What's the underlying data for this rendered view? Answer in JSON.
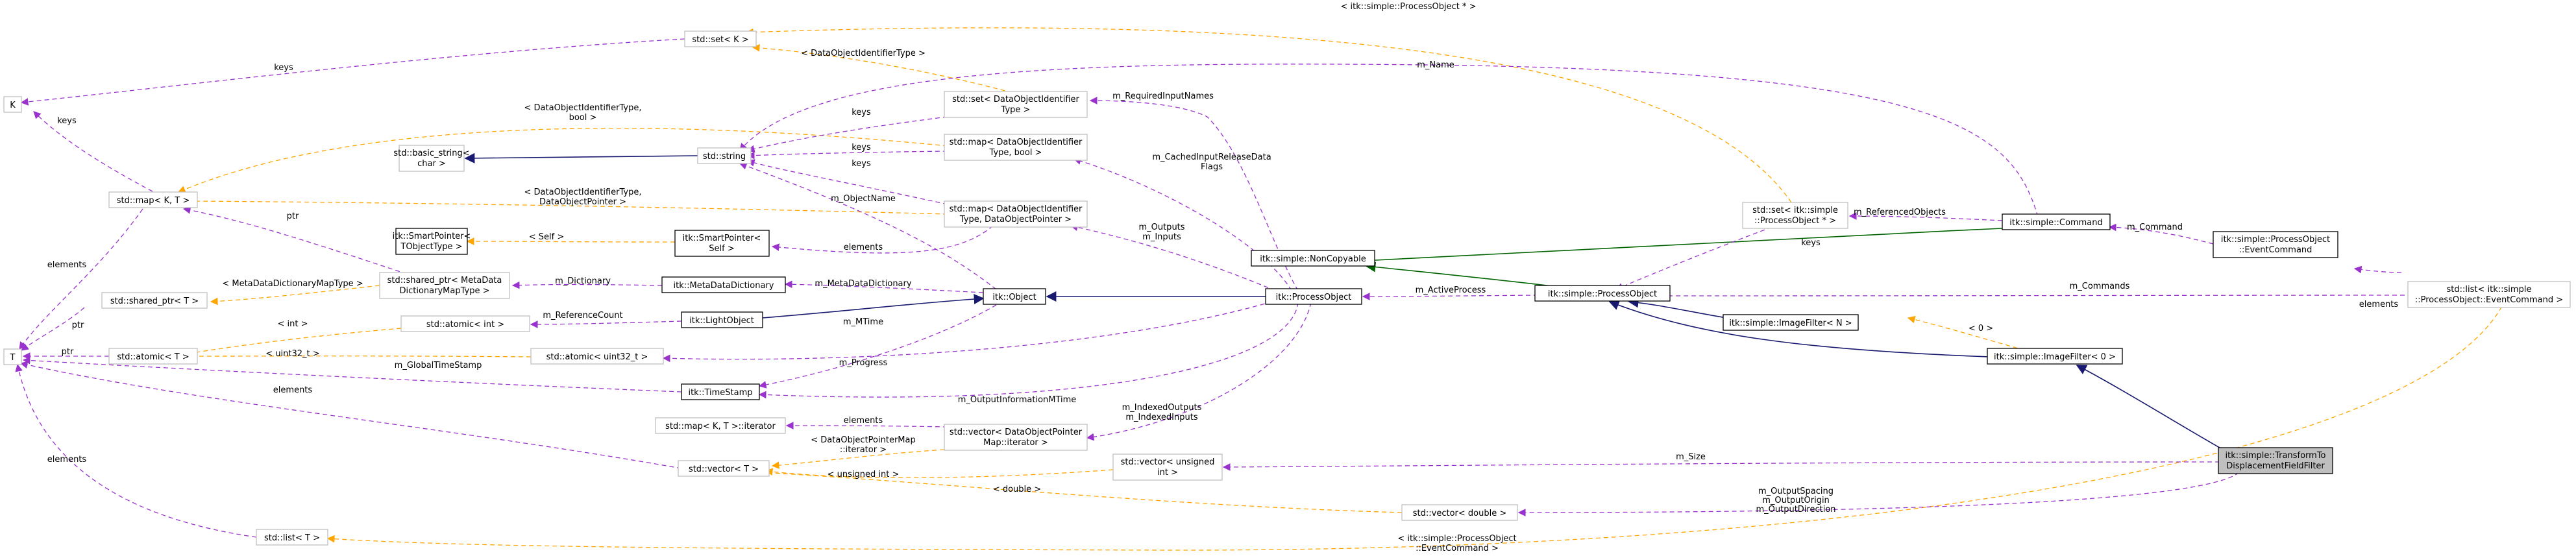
{
  "colors": {
    "composition": "#9a32cd",
    "template": "#ffa500",
    "inheritance": "#191970",
    "public_inheritance": "#006400",
    "focus_fill": "#bfbfbf"
  },
  "nodes": {
    "K": "K",
    "T": "T",
    "set_K": "std::set< K >",
    "map_KT": "std::map< K, T >",
    "shared_ptr_T": "std::shared_ptr< T >",
    "atomic_T": "std::atomic< T >",
    "list_T": "std::list< T >",
    "basic_string": [
      "std::basic_string<",
      "char >"
    ],
    "string": "std::string",
    "smartptr_T": [
      "itk::SmartPointer<",
      "TObjectType >"
    ],
    "shared_ptr_meta": [
      "std::shared_ptr< MetaData",
      "DictionaryMapType >"
    ],
    "atomic_int": "std::atomic< int >",
    "atomic_uint32": "std::atomic< uint32_t >",
    "map_iterator": "std::map< K, T >::iterator",
    "vector_T": "std::vector< T >",
    "smartptr_self": [
      "itk::SmartPointer<",
      "Self >"
    ],
    "meta_dict": "itk::MetaDataDictionary",
    "light_object": "itk::LightObject",
    "timestamp": "itk::TimeStamp",
    "set_doid": [
      "std::set< DataObjectIdentifier",
      "Type >"
    ],
    "map_doid_bool": [
      "std::map< DataObjectIdentifier",
      "Type, bool >"
    ],
    "map_doid_ptr": [
      "std::map< DataObjectIdentifier",
      "Type, DataObjectPointer >"
    ],
    "vector_doptr_iter": [
      "std::vector< DataObjectPointer",
      "Map::iterator >"
    ],
    "object": "itk::Object",
    "process_object": "itk::ProcessObject",
    "noncopyable": "itk::simple::NonCopyable",
    "vector_unsigned": [
      "std::vector< unsigned",
      "int >"
    ],
    "vector_double": "std::vector< double >",
    "simple_process_object": "itk::simple::ProcessObject",
    "set_simple_po_ptr": [
      "std::set< itk::simple",
      "::ProcessObject * >"
    ],
    "command": "itk::simple::Command",
    "imagefilter_N": "itk::simple::ImageFilter< N >",
    "imagefilter_0": "itk::simple::ImageFilter< 0 >",
    "po_event_command": [
      "itk::simple::ProcessObject",
      "::EventCommand"
    ],
    "list_event_command": [
      "std::list< itk::simple",
      "::ProcessObject::EventCommand >"
    ],
    "focus": [
      "itk::simple::TransformTo",
      "DisplacementFieldFilter"
    ]
  },
  "edge_labels": {
    "keys": "keys",
    "elements": "elements",
    "ptr": "ptr",
    "m_Name": "m_Name",
    "set_simple_po": "< itk::simple::ProcessObject * >",
    "doid_type": "< DataObjectIdentifierType >",
    "m_RequiredInputNames": "m_RequiredInputNames",
    "doid_bool": [
      "< DataObjectIdentifierType,",
      "bool >"
    ],
    "doid_ptr": [
      "< DataObjectIdentifierType,",
      "DataObjectPointer >"
    ],
    "m_CachedInputReleaseDataFlags": [
      "m_CachedInputReleaseData",
      "Flags"
    ],
    "m_ObjectName": "m_ObjectName",
    "m_Outputs_Inputs": [
      "m_Outputs",
      "m_Inputs"
    ],
    "m_ReferencedObjects": "m_ReferencedObjects",
    "m_Command": "m_Command",
    "self": "< Self >",
    "m_Dictionary": "m_Dictionary",
    "m_MetaDataDictionary": "m_MetaDataDictionary",
    "meta_map_type": "< MetaDataDictionaryMapType >",
    "int": "< int >",
    "m_ReferenceCount": "m_ReferenceCount",
    "uint32": "< uint32_t >",
    "m_GlobalTimeStamp": "m_GlobalTimeStamp",
    "m_Progress": "m_Progress",
    "m_MTime": "m_MTime",
    "m_ActiveProcess": "m_ActiveProcess",
    "m_Commands": "m_Commands",
    "zero": "< 0 >",
    "m_OutputInformationMTime": "m_OutputInformationMTime",
    "m_IndexedOutputs_Inputs": [
      "m_IndexedOutputs",
      "m_IndexedInputs"
    ],
    "doptr_map_iter": [
      "< DataObjectPointerMap",
      "::iterator >"
    ],
    "unsigned_int": "< unsigned int >",
    "double": "< double >",
    "m_Size": "m_Size",
    "m_Output": [
      "m_OutputSpacing",
      "m_OutputOrigin",
      "m_OutputDirection"
    ],
    "event_command": [
      "< itk::simple::ProcessObject",
      "::EventCommand >"
    ]
  }
}
